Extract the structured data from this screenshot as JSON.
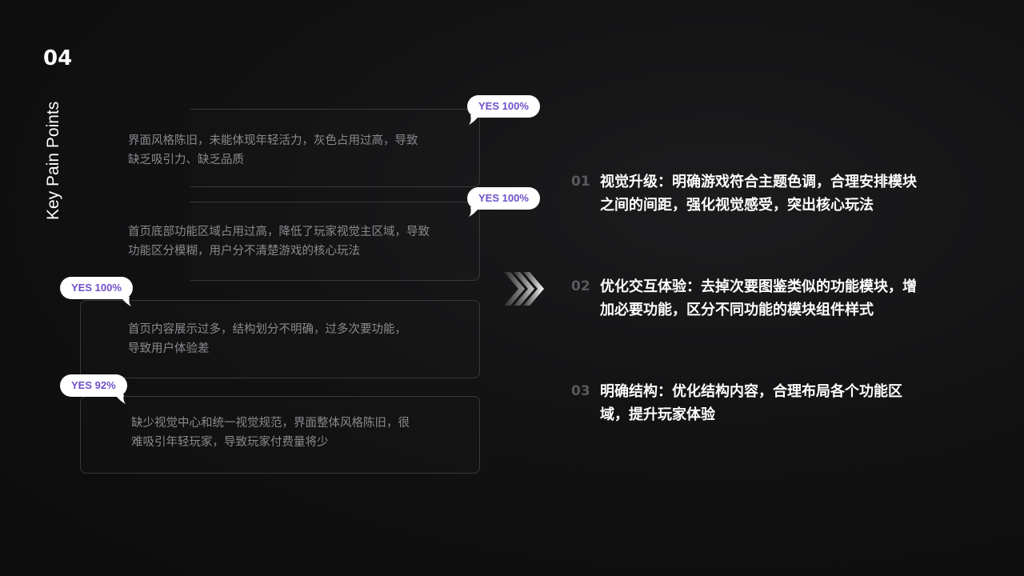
{
  "section": {
    "number": "04",
    "title": "Key Pain Points"
  },
  "pain_points": [
    {
      "badge": "YES 100%",
      "text_line1": "界面风格陈旧，未能体现年轻活力，灰色占用过高，导致",
      "text_line2": "缺乏吸引力、缺乏品质"
    },
    {
      "badge": "YES 100%",
      "text_line1": "首页底部功能区域占用过高，降低了玩家视觉主区域，导致",
      "text_line2": "功能区分模糊，用户分不清楚游戏的核心玩法"
    },
    {
      "badge": "YES 100%",
      "text_line1": "首页内容展示过多，结构划分不明确，过多次要功能，",
      "text_line2": "导致用户体验差"
    },
    {
      "badge": "YES 92%",
      "text_line1": "缺少视觉中心和统一视觉规范，界面整体风格陈旧，很",
      "text_line2": "难吸引年轻玩家，导致玩家付费量将少"
    }
  ],
  "solutions": [
    {
      "num": "01",
      "line1": "视觉升级：明确游戏符合主题色调，合理安排模块",
      "line2": "之间的间距，强化视觉感受，突出核心玩法"
    },
    {
      "num": "02",
      "line1": "优化交互体验：去掉次要图鉴类似的功能模块，增",
      "line2": "加必要功能，区分不同功能的模块组件样式"
    },
    {
      "num": "03",
      "line1": "明确结构：优化结构内容，合理布局各个功能区",
      "line2": "域，提升玩家体验"
    }
  ],
  "colors": {
    "badge_text": "#6e4fc9",
    "card_border": "#3a3a3c",
    "muted_text": "#8a8a8e"
  },
  "icons": {
    "arrow": "triple-chevron-right-icon"
  }
}
